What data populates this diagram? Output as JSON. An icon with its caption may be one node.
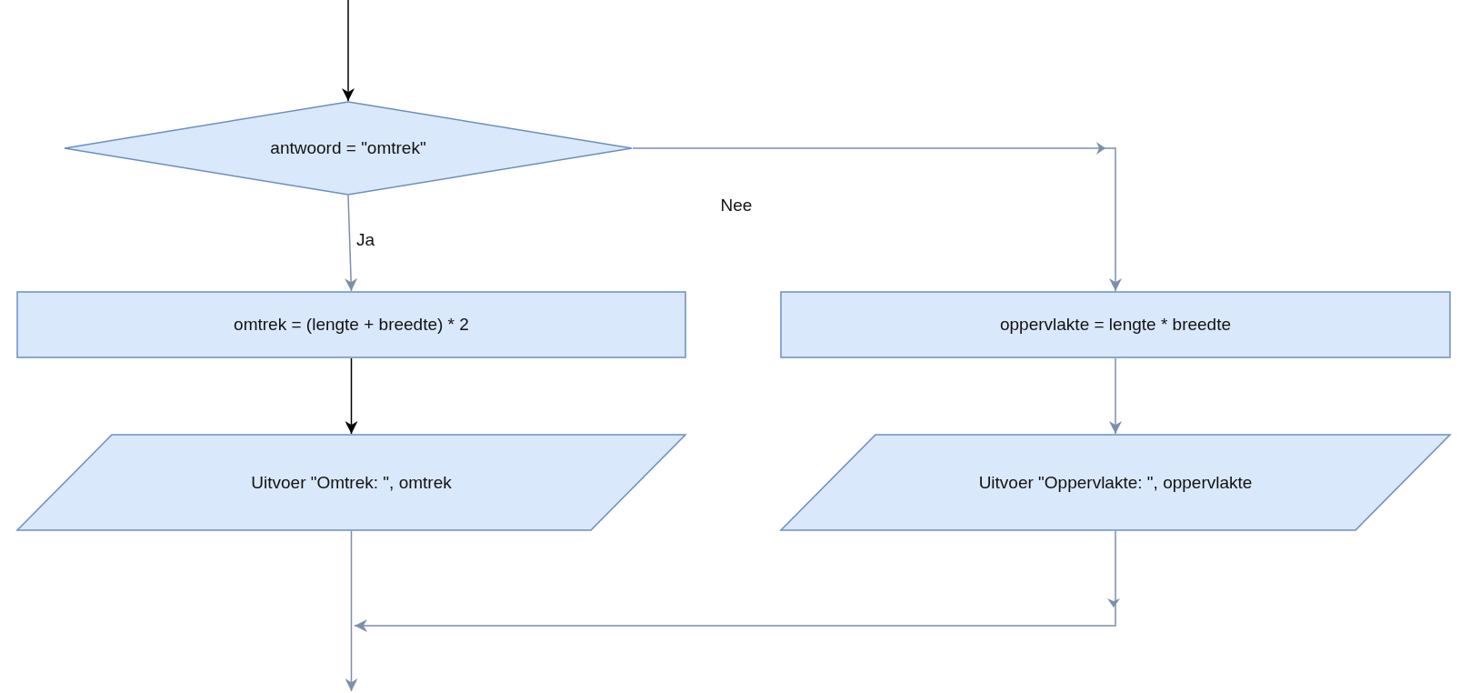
{
  "diagram": {
    "nodes": [
      {
        "text": [
          "antwoord = \"omtrek\""
        ]
      },
      {
        "text": [
          "omtrek = (lengte + breedte) * 2"
        ]
      },
      {
        "text": [
          "oppervlakte = lengte * breedte"
        ]
      },
      {
        "text": [
          "Uitvoer \"Omtrek: \", omtrek"
        ]
      },
      {
        "text": [
          "Uitvoer \"Oppervlakte: \", oppervlakte"
        ]
      }
    ],
    "edges": [
      {
        "from": null,
        "to": 0,
        "arrow": "to",
        "color": "#000000"
      },
      {
        "from": 0,
        "to": 1,
        "arrow": "to",
        "label": "Ja"
      },
      {
        "from": 0,
        "to": 2,
        "arrow": "to",
        "label": "Nee"
      },
      {
        "from": 1,
        "to": 3,
        "arrow": "to",
        "color": "#000000"
      },
      {
        "from": 2,
        "to": 4,
        "arrow": "to"
      },
      {
        "from": 3,
        "to": null,
        "arrow": "to"
      },
      {
        "from": 4,
        "to": null,
        "arrow": "to"
      }
    ]
  }
}
